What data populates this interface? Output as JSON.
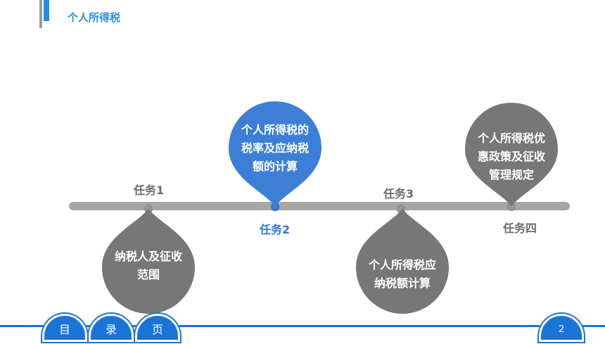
{
  "header": {
    "title": "个人所得税"
  },
  "tasks": [
    {
      "label": "任务1",
      "bubble_text": "纳税人及征收范围"
    },
    {
      "label": "任务2",
      "bubble_text": "个人所得税的税率及应纳税额的计算"
    },
    {
      "label": "任务3",
      "bubble_text": "个人所得税应纳税额计算"
    },
    {
      "label": "任务四",
      "bubble_text": "个人所得税优惠政策及征收管理规定"
    }
  ],
  "footer": {
    "tabs": [
      {
        "label": "目"
      },
      {
        "label": "录"
      },
      {
        "label": "页"
      }
    ],
    "page_number": "2"
  },
  "colors": {
    "accent_blue": "#1b74d8",
    "bubble_blue": "#3d7fd6",
    "bubble_gray": "#777777",
    "timeline_gray": "#a6a6a6"
  }
}
